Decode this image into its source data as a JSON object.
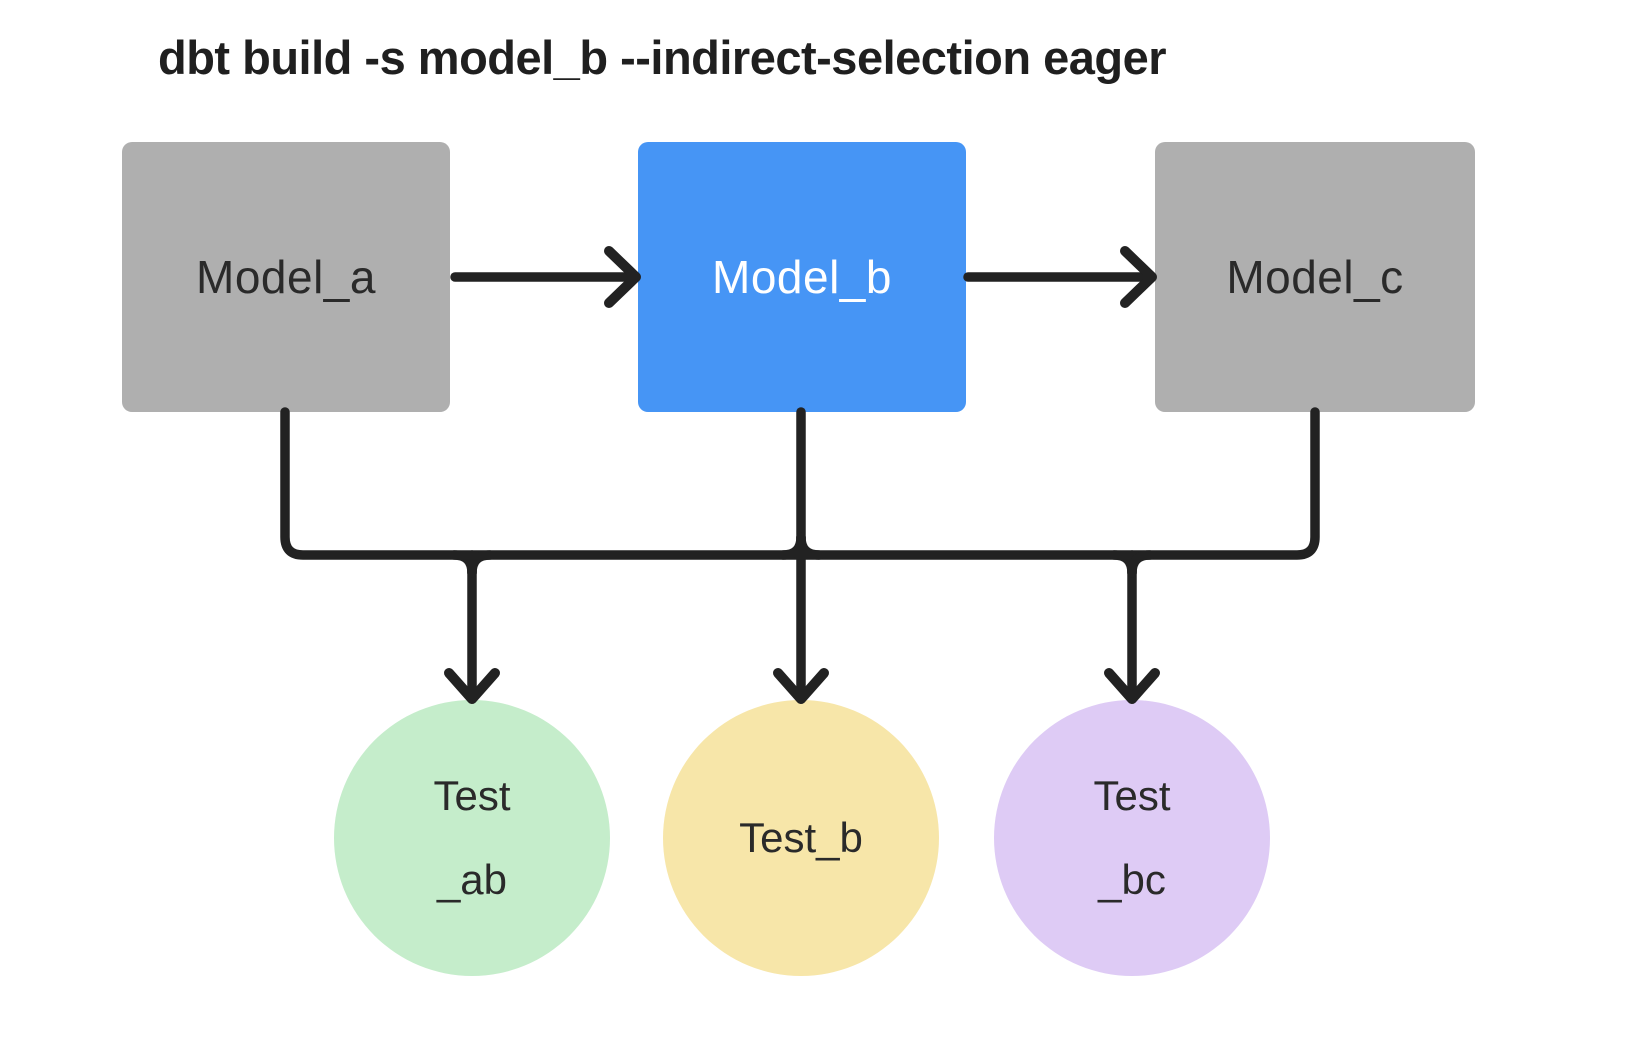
{
  "title": "dbt build -s model_b --indirect-selection eager",
  "colors": {
    "background": "#FFFFFF",
    "line": "#222222",
    "title_text": "#1F1F1F",
    "model_default_bg": "#AFAFAF",
    "model_selected_bg": "#4695F5",
    "model_default_text": "#2A2A2A",
    "model_selected_text": "#FFFFFF",
    "test_text": "#2A2A2A"
  },
  "models": [
    {
      "id": "model_a",
      "label": "Model_a",
      "selected": false,
      "bg": "#AFAFAF",
      "text": "#2A2A2A"
    },
    {
      "id": "model_b",
      "label": "Model_b",
      "selected": true,
      "bg": "#4695F5",
      "text": "#FFFFFF"
    },
    {
      "id": "model_c",
      "label": "Model_c",
      "selected": false,
      "bg": "#AFAFAF",
      "text": "#2A2A2A"
    }
  ],
  "tests": [
    {
      "id": "test_ab",
      "lines": [
        "Test",
        "_ab"
      ],
      "bg": "#C5EDCB"
    },
    {
      "id": "test_b",
      "lines": [
        "Test_b"
      ],
      "bg": "#F7E6A9"
    },
    {
      "id": "test_bc",
      "lines": [
        "Test",
        "_bc"
      ],
      "bg": "#DECBF5"
    }
  ],
  "edges": [
    {
      "from": "model_a",
      "to": "model_b"
    },
    {
      "from": "model_b",
      "to": "model_c"
    },
    {
      "from": "model_a",
      "to": "test_ab"
    },
    {
      "from": "model_b",
      "to": "test_ab"
    },
    {
      "from": "model_b",
      "to": "test_b"
    },
    {
      "from": "model_b",
      "to": "test_bc"
    },
    {
      "from": "model_c",
      "to": "test_bc"
    }
  ]
}
